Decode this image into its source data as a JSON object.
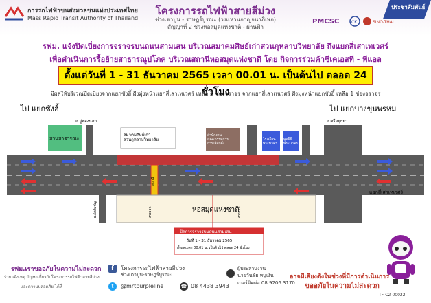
{
  "header": {
    "mrta_th": "การรถไฟฟ้าขนส่งมวลชนแห่งประเทศไทย",
    "mrta_en": "Mass Rapid Transit Authority of Thailand",
    "project_title": "โครงการรถไฟฟ้าสายสีม่วง",
    "project_sub1": "ช่วงเตาปูน - ราษฎร์บูรณะ (วงแหวนกาญจนาภิเษก)",
    "project_sub2": "สัญญาที่ 2 ช่วงหอสมุดแห่งชาติ - ผ่านฟ้า",
    "pmcsc_logo": "PMCSC",
    "ck_logo": "CK",
    "sino_logo": "SINO-THAI",
    "pr_tag": "ประชาสัมพันธ์"
  },
  "notice": {
    "line1": "รฟม. แจ้งปิดเบี่ยงการจราจรบนถนนสามเสน บริเวณสมาคมศิษย์เก่าสวนกุหลาบวิทยาลัย ถึงแยกสี่เสาเทเวศร์",
    "line2": "เพื่อดำเนินการรื้อย้ายสาธารณูปโภค บริเวณสถานีหอสมุดแห่งชาติ โดย กิจการร่วมค้าซีเคเอสที - พีแอล",
    "date": "ตั้งแต่วันที่ 1 - 31 ธันวาคม 2565 เวลา 00.01 น. เป็นต้นไป ตลอด 24 ชั่วโมง",
    "closure": "มีผลให้บริเวณปิดเบี่ยงจากแยกซังฮี้ ฝั่งมุ่งหน้าแยกสี่เสาเทเวศร์ เหลือ 2 ช่องจราจร จากแยกสี่เสาเทเวศร์ ฝั่งมุ่งหน้าแยกซังฮี้ เหลือ 1 ช่องจราจร"
  },
  "map": {
    "dir_left": "ไป แยกซังฮี้",
    "dir_right": "ไป แยกบางขุนพรหม",
    "soi_uthong": "ถ.อู่ทองนอก",
    "park": "สวนสาธารณะ",
    "assoc": "สมาคมศิษย์เก่า\nสวนกุหลาบวิทยาลัย",
    "office1": "สำนักงาน\nคณะกรรมการ\nการเลือกตั้ง",
    "office2": "โรงเรียน\nพระนาคร",
    "office3": "มูลนิธิ\nพระนาคร",
    "soi_sriayutthaya": "ถ.ศรีอยุธยา",
    "intersection": "แยกสี่เสาเทเวศร์",
    "library": "หอสมุดแห่งชาติ",
    "soi_left_vertical": "ซ.อัสสัมชัญ",
    "soi_mid_vertical": "ทางออก",
    "soi_mid2_vertical": "ทางออก",
    "station_label": "สถานี",
    "box_title": "ปิดการจราจรบนถนนสามเสน",
    "box_line1": "วันที่ 1 - 31 ธันวาคม 2565",
    "box_line2": "ตั้งแต่เวลา 00.01 น. เป็นต้นไป ตลอด 24 ชั่วโมง"
  },
  "footer": {
    "left1": "รฟม.เราขออภัยในความไม่สะดวก",
    "left2": "ร่วมแจ้งเหตุ ปัญหาเกี่ยวกับโครงการรถไฟฟ้าสายสีม่วง",
    "left3": "และความปลอดภัย ได้ที่",
    "fb_name": "โครงการรถไฟฟ้าสายสีม่วง",
    "fb_sub": "ช่วงเตาปูน-ราษฎร์บูรณะ",
    "twitter": "@mrtpurpleline",
    "phone": "08 4438 3943",
    "contact_title": "ผู้ประสานงาน",
    "contact_name": "นายวันชัย  หนูเงิน",
    "contact_phone": "เบอร์ติดต่อ 08 9206 3170",
    "apology1": "อาจมีเสียงดังในช่วงที่มีการดำเนินการ",
    "apology2": "ขออภัยในความไม่สะดวก",
    "doc_id": "TF-C2-00022"
  },
  "colors": {
    "purple": "#7b2d8e",
    "road": "#5a5a5a",
    "closure": "#d63031",
    "arrow_blue": "#3b5bdb",
    "arrow_red": "#e03131",
    "date_bg": "#ffee00"
  }
}
